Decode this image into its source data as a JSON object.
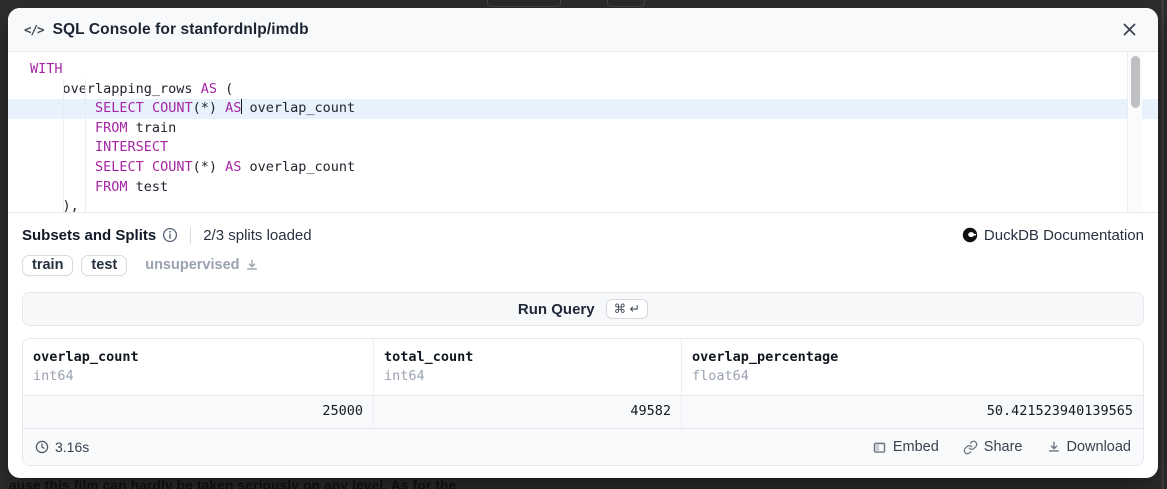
{
  "colors": {
    "keyword": "#a626a4",
    "active_line": "#e8f2fc",
    "overlay": "#2e2e30",
    "badge_text": "#26303c",
    "muted_text": "#9aa2ae"
  },
  "background_page": {
    "bottom_text": "ause this film can hardly be taken seriously on any level. As for the"
  },
  "modal": {
    "title": "SQL Console for stanfordnlp/imdb",
    "title_icon": "</>"
  },
  "editor": {
    "lines": [
      {
        "active": false,
        "segments": [
          {
            "t": "WITH",
            "k": true
          }
        ]
      },
      {
        "active": false,
        "segments": [
          {
            "t": "    overlapping_rows "
          },
          {
            "t": "AS",
            "k": true
          },
          {
            "t": " ("
          }
        ]
      },
      {
        "active": true,
        "segments": [
          {
            "t": "        "
          },
          {
            "t": "SELECT",
            "k": true
          },
          {
            "t": " "
          },
          {
            "t": "COUNT",
            "k": true
          },
          {
            "t": "(*) "
          },
          {
            "t": "AS",
            "k": true
          },
          {
            "cursor": true
          },
          {
            "t": " overlap_count"
          }
        ]
      },
      {
        "active": false,
        "segments": [
          {
            "t": "        "
          },
          {
            "t": "FROM",
            "k": true
          },
          {
            "t": " train"
          }
        ]
      },
      {
        "active": false,
        "segments": [
          {
            "t": "        "
          },
          {
            "t": "INTERSECT",
            "k": true
          }
        ]
      },
      {
        "active": false,
        "segments": [
          {
            "t": "        "
          },
          {
            "t": "SELECT",
            "k": true
          },
          {
            "t": " "
          },
          {
            "t": "COUNT",
            "k": true
          },
          {
            "t": "(*) "
          },
          {
            "t": "AS",
            "k": true
          },
          {
            "t": " overlap_count"
          }
        ]
      },
      {
        "active": false,
        "segments": [
          {
            "t": "        "
          },
          {
            "t": "FROM",
            "k": true
          },
          {
            "t": " test"
          }
        ]
      },
      {
        "active": false,
        "segments": [
          {
            "t": "    ),"
          }
        ]
      }
    ]
  },
  "splits_section": {
    "title": "Subsets and Splits",
    "status": "2/3 splits loaded",
    "doc_link": "DuckDB Documentation",
    "splits": [
      {
        "label": "train",
        "loaded": true
      },
      {
        "label": "test",
        "loaded": true
      },
      {
        "label": "unsupervised",
        "loaded": false
      }
    ]
  },
  "run_button": {
    "label": "Run Query",
    "shortcut": "⌘ ↵"
  },
  "results": {
    "columns": [
      {
        "name": "overlap_count",
        "type": "int64"
      },
      {
        "name": "total_count",
        "type": "int64"
      },
      {
        "name": "overlap_percentage",
        "type": "float64"
      }
    ],
    "rows": [
      [
        "25000",
        "49582",
        "50.421523940139565"
      ]
    ],
    "elapsed": "3.16s",
    "actions": [
      {
        "label": "Embed",
        "icon": "embed"
      },
      {
        "label": "Share",
        "icon": "share"
      },
      {
        "label": "Download",
        "icon": "download"
      }
    ]
  }
}
